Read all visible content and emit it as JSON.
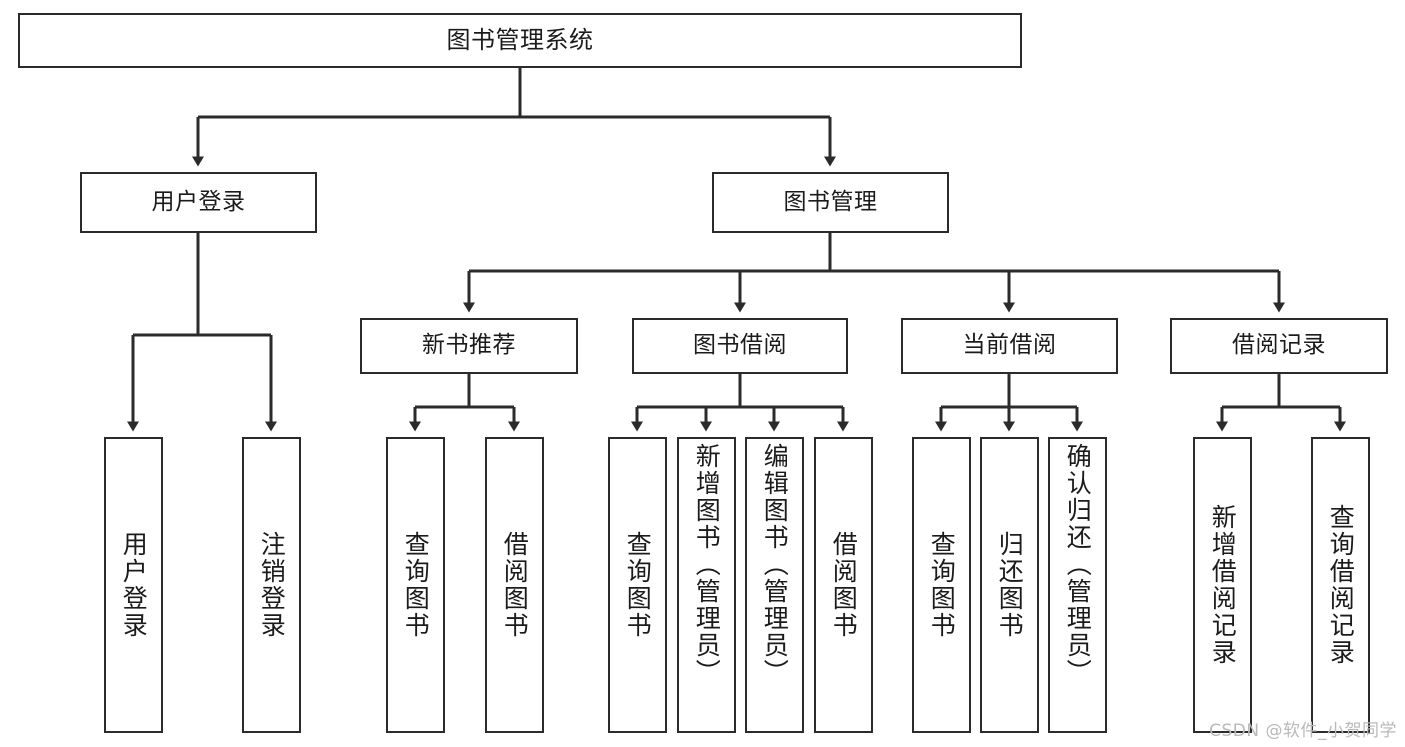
{
  "diagram": {
    "title": "图书管理系统",
    "type": "tree",
    "watermark": "CSDN @软件_小贺同学",
    "colors": {
      "box_border": "#2b2b2b",
      "box_fill": "#ffffff",
      "edge": "#2b2b2b",
      "text": "#1b1b1b",
      "watermark": "#b9b9b9",
      "background": "#ffffff"
    },
    "nodes": {
      "root": {
        "label": "图书管理系统"
      },
      "level1": [
        {
          "id": "user-login",
          "label": "用户登录"
        },
        {
          "id": "book-manage",
          "label": "图书管理"
        }
      ],
      "level2": [
        {
          "id": "new-book-recommend",
          "label": "新书推荐"
        },
        {
          "id": "book-borrow",
          "label": "图书借阅"
        },
        {
          "id": "current-borrow",
          "label": "当前借阅"
        },
        {
          "id": "borrow-record",
          "label": "借阅记录"
        }
      ],
      "leaves": {
        "user_login": [
          {
            "id": "leaf-user-login",
            "label": "用户登录"
          },
          {
            "id": "leaf-logout",
            "label": "注销登录"
          }
        ],
        "new_book_recommend": [
          {
            "id": "leaf-query-book-1",
            "label": "查询图书"
          },
          {
            "id": "leaf-borrow-book-1",
            "label": "借阅图书"
          }
        ],
        "book_borrow": [
          {
            "id": "leaf-query-book-2",
            "label": "查询图书"
          },
          {
            "id": "leaf-add-book",
            "label": "新增图书（管理员）"
          },
          {
            "id": "leaf-edit-book",
            "label": "编辑图书（管理员）"
          },
          {
            "id": "leaf-borrow-book-2",
            "label": "借阅图书"
          }
        ],
        "current_borrow": [
          {
            "id": "leaf-query-book-3",
            "label": "查询图书"
          },
          {
            "id": "leaf-return-book",
            "label": "归还图书"
          },
          {
            "id": "leaf-confirm-return",
            "label": "确认归还（管理员）"
          }
        ],
        "borrow_record": [
          {
            "id": "leaf-add-record",
            "label": "新增借阅记录"
          },
          {
            "id": "leaf-query-record",
            "label": "查询借阅记录"
          }
        ]
      }
    }
  }
}
